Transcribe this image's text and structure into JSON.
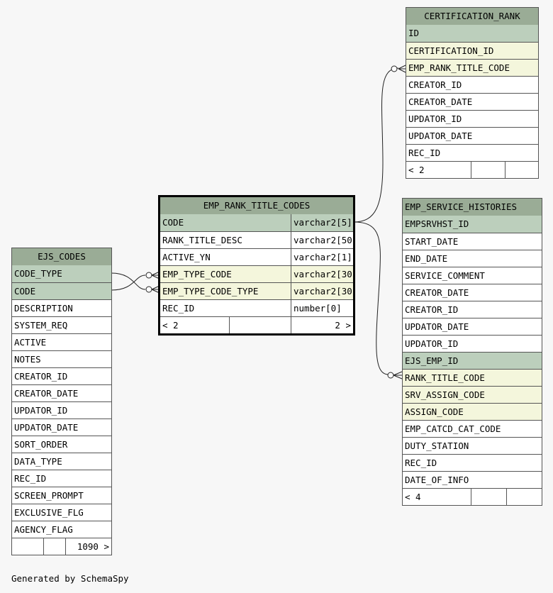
{
  "tables": {
    "certification_rank": {
      "name": "CERTIFICATION_RANK",
      "columns": [
        {
          "name": "ID",
          "kind": "pk"
        },
        {
          "name": "CERTIFICATION_ID",
          "kind": "fk"
        },
        {
          "name": "EMP_RANK_TITLE_CODE",
          "kind": "fk"
        },
        {
          "name": "CREATOR_ID",
          "kind": "plain"
        },
        {
          "name": "CREATOR_DATE",
          "kind": "plain"
        },
        {
          "name": "UPDATOR_ID",
          "kind": "plain"
        },
        {
          "name": "UPDATOR_DATE",
          "kind": "plain"
        },
        {
          "name": "REC_ID",
          "kind": "plain"
        }
      ],
      "footer": {
        "left": "< 2",
        "middle": "",
        "right": ""
      }
    },
    "emp_rank_title_codes": {
      "name": "EMP_RANK_TITLE_CODES",
      "columns": [
        {
          "name": "CODE",
          "type": "varchar2[5]",
          "kind": "pk"
        },
        {
          "name": "RANK_TITLE_DESC",
          "type": "varchar2[50]",
          "kind": "plain"
        },
        {
          "name": "ACTIVE_YN",
          "type": "varchar2[1]",
          "kind": "plain"
        },
        {
          "name": "EMP_TYPE_CODE",
          "type": "varchar2[30]",
          "kind": "fk"
        },
        {
          "name": "EMP_TYPE_CODE_TYPE",
          "type": "varchar2[30]",
          "kind": "fk"
        },
        {
          "name": "REC_ID",
          "type": "number[0]",
          "kind": "plain"
        }
      ],
      "footer": {
        "left": "< 2",
        "middle": "",
        "right": "2 >"
      }
    },
    "emp_service_histories": {
      "name": "EMP_SERVICE_HISTORIES",
      "columns": [
        {
          "name": "EMPSRVHST_ID",
          "kind": "pk"
        },
        {
          "name": "START_DATE",
          "kind": "plain"
        },
        {
          "name": "END_DATE",
          "kind": "plain"
        },
        {
          "name": "SERVICE_COMMENT",
          "kind": "plain"
        },
        {
          "name": "CREATOR_DATE",
          "kind": "plain"
        },
        {
          "name": "CREATOR_ID",
          "kind": "plain"
        },
        {
          "name": "UPDATOR_DATE",
          "kind": "plain"
        },
        {
          "name": "UPDATOR_ID",
          "kind": "plain"
        },
        {
          "name": "EJS_EMP_ID",
          "kind": "pk"
        },
        {
          "name": "RANK_TITLE_CODE",
          "kind": "fk"
        },
        {
          "name": "SRV_ASSIGN_CODE",
          "kind": "fk"
        },
        {
          "name": "ASSIGN_CODE",
          "kind": "fk"
        },
        {
          "name": "EMP_CATCD_CAT_CODE",
          "kind": "plain"
        },
        {
          "name": "DUTY_STATION",
          "kind": "plain"
        },
        {
          "name": "REC_ID",
          "kind": "plain"
        },
        {
          "name": "DATE_OF_INFO",
          "kind": "plain"
        }
      ],
      "footer": {
        "left": "< 4",
        "middle": "",
        "right": ""
      }
    },
    "ejs_codes": {
      "name": "EJS_CODES",
      "columns": [
        {
          "name": "CODE_TYPE",
          "kind": "pk"
        },
        {
          "name": "CODE",
          "kind": "pk"
        },
        {
          "name": "DESCRIPTION",
          "kind": "plain"
        },
        {
          "name": "SYSTEM_REQ",
          "kind": "plain"
        },
        {
          "name": "ACTIVE",
          "kind": "plain"
        },
        {
          "name": "NOTES",
          "kind": "plain"
        },
        {
          "name": "CREATOR_ID",
          "kind": "plain"
        },
        {
          "name": "CREATOR_DATE",
          "kind": "plain"
        },
        {
          "name": "UPDATOR_ID",
          "kind": "plain"
        },
        {
          "name": "UPDATOR_DATE",
          "kind": "plain"
        },
        {
          "name": "SORT_ORDER",
          "kind": "plain"
        },
        {
          "name": "DATA_TYPE",
          "kind": "plain"
        },
        {
          "name": "REC_ID",
          "kind": "plain"
        },
        {
          "name": "SCREEN_PROMPT",
          "kind": "plain"
        },
        {
          "name": "EXCLUSIVE_FLG",
          "kind": "plain"
        },
        {
          "name": "AGENCY_FLAG",
          "kind": "plain"
        }
      ],
      "footer": {
        "left": "",
        "middle": "",
        "right": "1090 >"
      }
    }
  },
  "colors": {
    "header": "#9aac96",
    "primary_key": "#bccfbc",
    "foreign_key": "#f4f6dc",
    "background": "#f7f7f7"
  },
  "footer_text": "Generated by SchemaSpy"
}
